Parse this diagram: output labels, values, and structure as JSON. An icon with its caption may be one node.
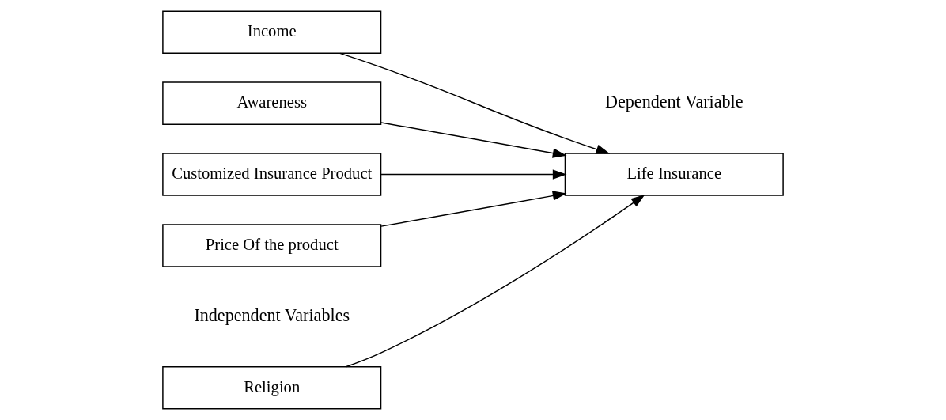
{
  "diagram": {
    "nodes": [
      {
        "text": [
          "Religion"
        ]
      },
      {
        "text": [
          "Income"
        ]
      },
      {
        "text": [
          "Awareness"
        ]
      },
      {
        "text": [
          "Customized Insurance Product"
        ]
      },
      {
        "text": [
          "Price Of the product"
        ]
      },
      {
        "text": [
          "Life Insurance"
        ]
      }
    ],
    "edges": [
      {
        "from": 0,
        "to": 5,
        "arrow": "to"
      },
      {
        "from": 1,
        "to": 5,
        "arrow": "to"
      },
      {
        "from": 2,
        "to": 5,
        "arrow": "to"
      },
      {
        "from": 3,
        "to": 5,
        "arrow": "to"
      },
      {
        "from": 4,
        "to": 5,
        "arrow": "to"
      }
    ],
    "labels": [
      "Independent Variables",
      "Dependent Variable"
    ]
  }
}
